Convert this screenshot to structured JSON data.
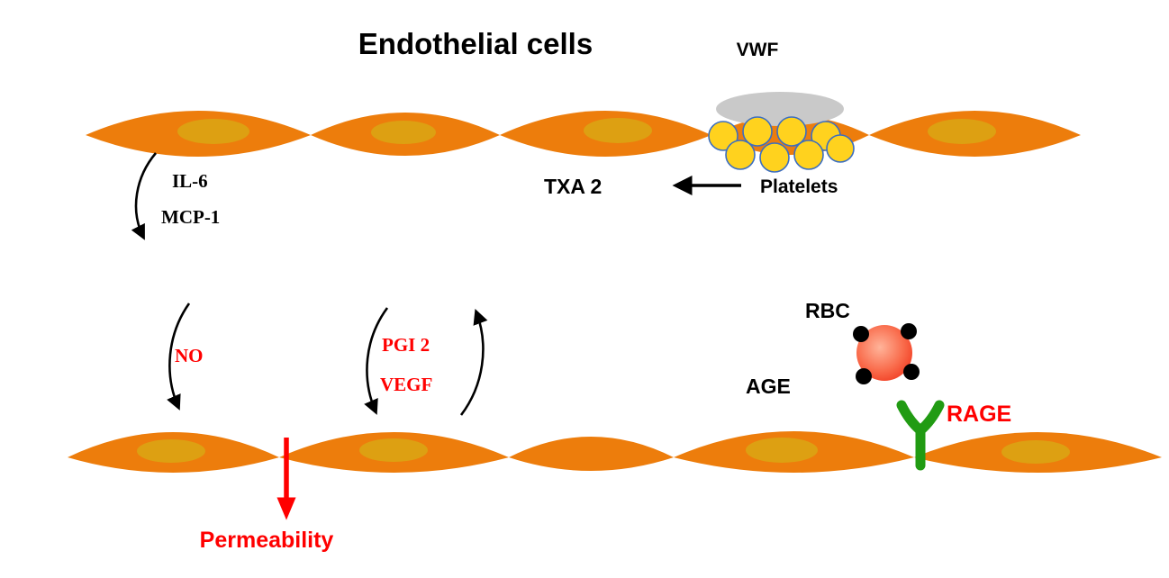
{
  "diagram": {
    "title": "Endothelial cells",
    "labels": {
      "vwf": "VWF",
      "txa2": "TXA 2",
      "platelets": "Platelets",
      "il6": "IL-6",
      "mcp1": "MCP-1",
      "no": "NO",
      "pgi2": "PGI 2",
      "vegf": "VEGF",
      "rbc": "RBC",
      "age": "AGE",
      "rage": "RAGE",
      "permeability": "Permeability"
    },
    "colors": {
      "cell_body": "#ED7D0C",
      "cell_nucleus": "#DDA012",
      "platelet_fill": "#FFD21E",
      "platelet_stroke": "#3C6EC0",
      "vwf_fill": "#C9C9C9",
      "rbc_center": "#FFB49A",
      "rbc_edge": "#EE2A12",
      "rage_green": "#219B13",
      "highlight_red": "#FF0000",
      "arrow_black": "#000000",
      "background": "#FFFFFF"
    }
  }
}
